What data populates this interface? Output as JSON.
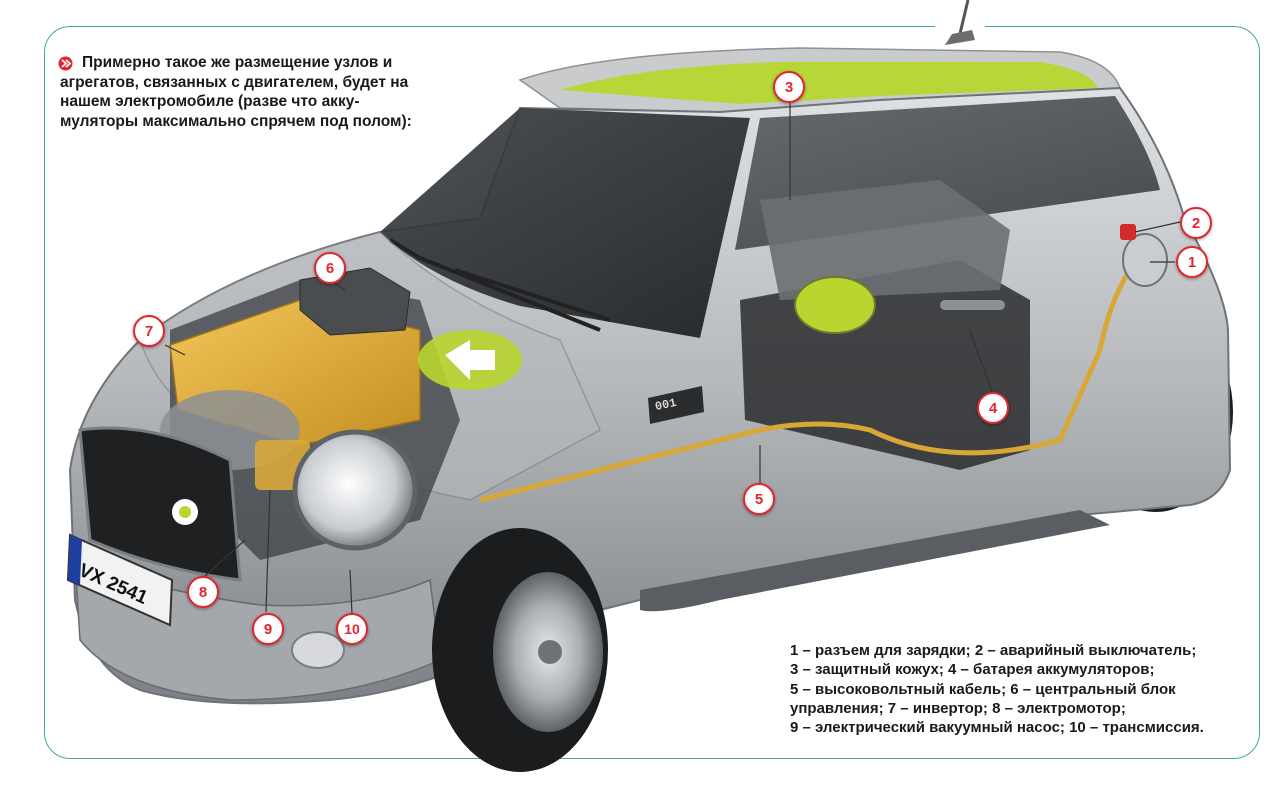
{
  "intro_text": "Примерно такое же размещение узлов и агрегатов, связанных с двигателем, будет на нашем электромобиле (разве что акку-муляторы максимально спрячем под полом):",
  "plate_text": "VX 2541",
  "dash_display": "001",
  "callouts": [
    "1",
    "2",
    "3",
    "4",
    "5",
    "6",
    "7",
    "8",
    "9",
    "10"
  ],
  "legend_lines": [
    "1 – разъем для зарядки; 2 – аварийный выключатель;",
    "3 – защитный кожух; 4 – батарея аккумуляторов;",
    "5 – высоковольтный кабель; 6 – центральный блок",
    "управления; 7 – инвертор; 8 – электромотор;",
    "9 – электрический вакуумный насос; 10 – трансмиссия."
  ],
  "colors": {
    "frame": "#3fa8a0",
    "callout": "#e3262e",
    "accent_green": "#b8d62f",
    "inverter": "#e6b23a",
    "body_silver": "#b9bcbf"
  }
}
